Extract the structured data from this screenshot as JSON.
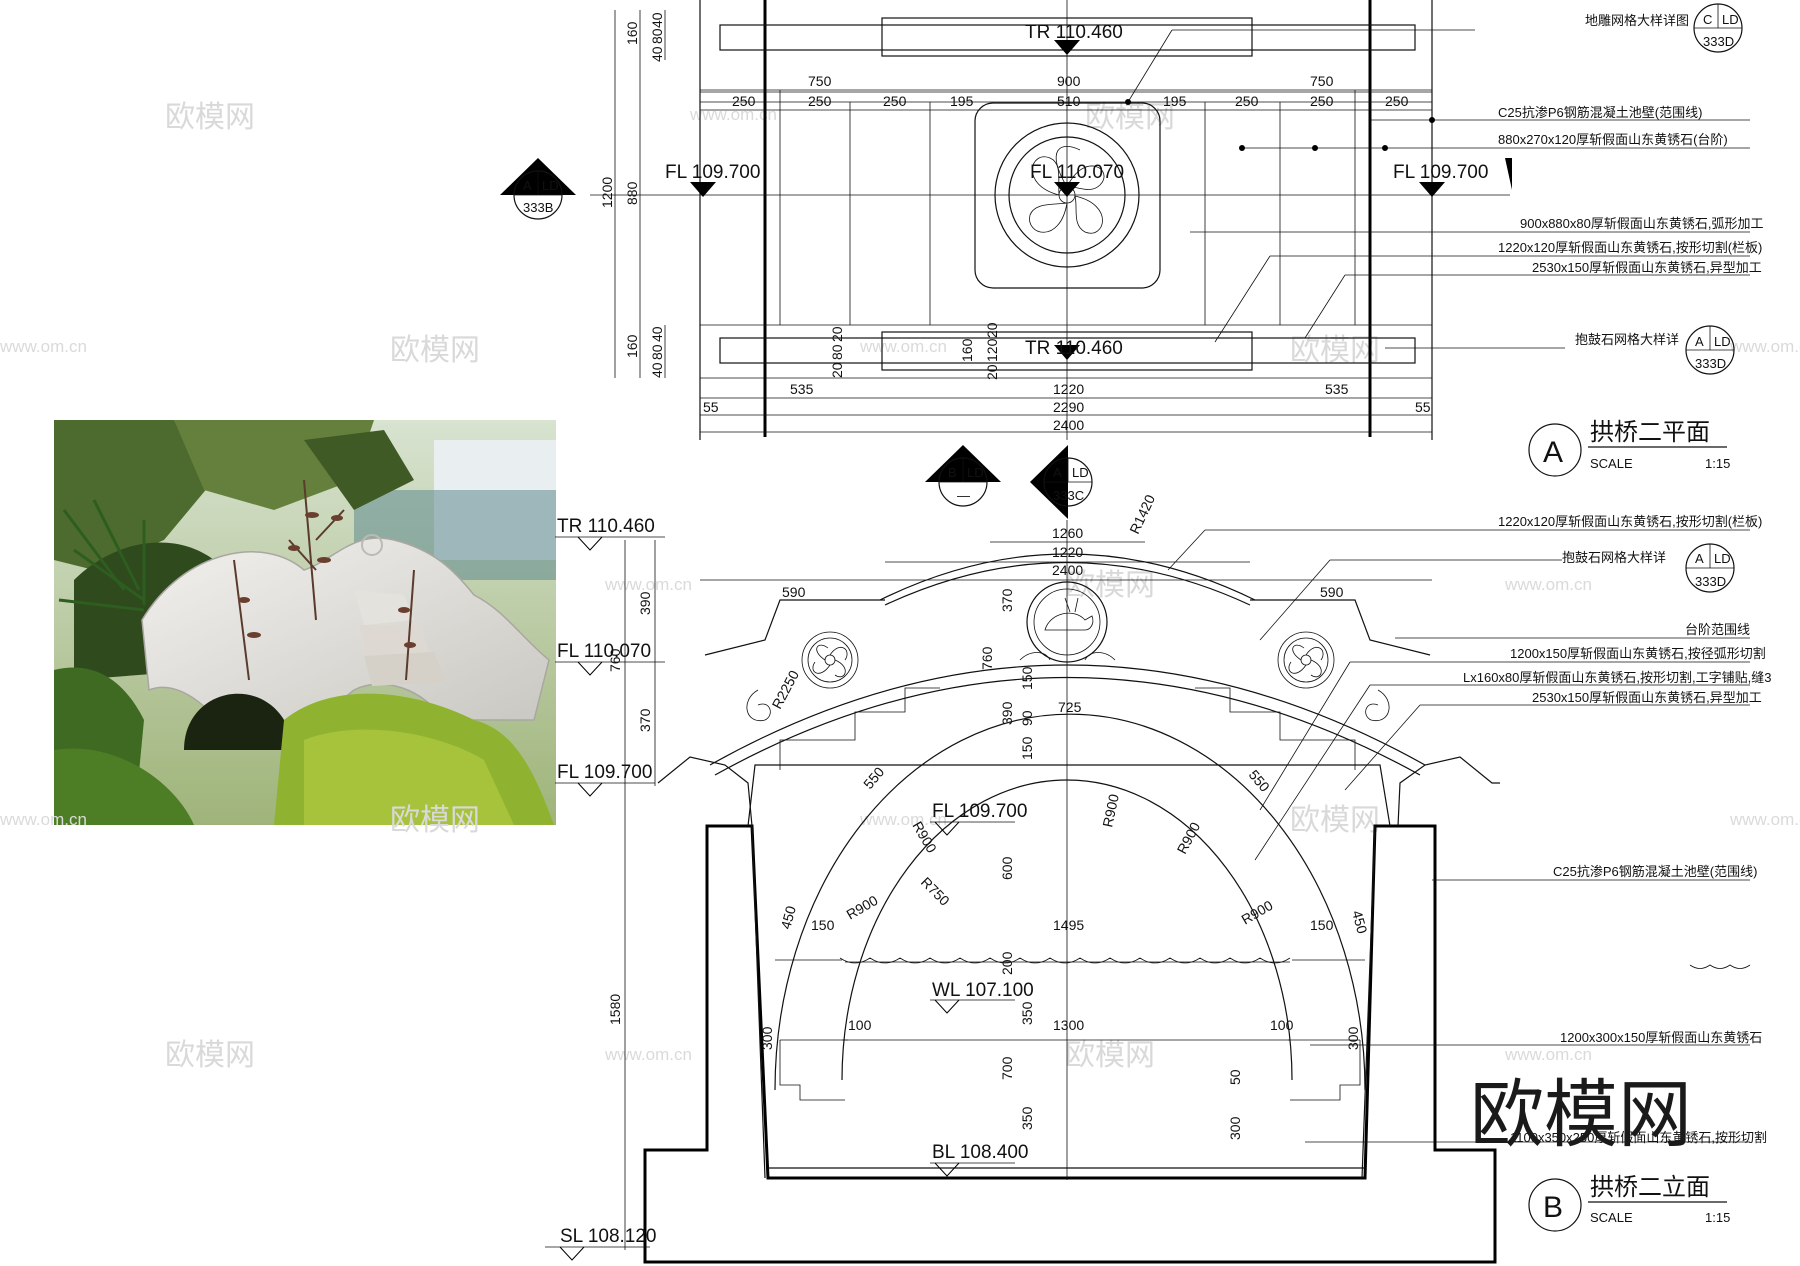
{
  "plan": {
    "top_callout": "地雕网格大样详图",
    "tag_C": {
      "top": "C",
      "right": "LD",
      "sheet": "333D"
    },
    "tr_top": "TR  110.460",
    "tr_bottom": "TR  110.460",
    "fl_left": "FL  109.700",
    "fl_center": "FL  110.070",
    "fl_right": "FL  109.700",
    "dims_top": [
      "750",
      "900",
      "750"
    ],
    "dims_row": [
      "250",
      "250",
      "250",
      "195",
      "510",
      "195",
      "250",
      "250",
      "250"
    ],
    "dims_left": [
      "160",
      "40",
      "80",
      "40",
      "1200",
      "880",
      "160",
      "40",
      "80",
      "40"
    ],
    "dims_inner": [
      "20",
      "80",
      "20",
      "160",
      "20",
      "120",
      "20"
    ],
    "dims_bottom": [
      "535",
      "1220",
      "535",
      "55",
      "2290",
      "55",
      "2400"
    ],
    "ann1": "C25抗渗P6钢筋混凝土池壁(范围线)",
    "ann2": "880x270x120厚斩假面山东黄锈石(台阶)",
    "ann3": "900x880x80厚斩假面山东黄锈石,弧形加工",
    "ann4": "1220x120厚斩假面山东黄锈石,按形切割(栏板)",
    "ann5": "2530x150厚斩假面山东黄锈石,异型加工",
    "ann6": "抱鼓石网格大样详",
    "tag_A1": {
      "top": "A",
      "right": "LD",
      "sheet": "333D"
    },
    "tag_left": {
      "top": "A",
      "right": "LD",
      "sheet": "333B"
    },
    "title_letter": "A",
    "title": "拱桥二平面",
    "scale_label": "SCALE",
    "scale": "1:15"
  },
  "section_tags": [
    {
      "top": "B",
      "right": "LD",
      "sheet": "—"
    },
    {
      "top": "A",
      "right": "LD",
      "sheet": "333C"
    }
  ],
  "elev": {
    "lv_tr": "TR  110.460",
    "lv_fl1": "FL  110.070",
    "lv_fl2": "FL  109.700",
    "lv_fl3": "FL  109.700",
    "lv_wl": "WL  107.100",
    "lv_bl": "BL  108.400",
    "lv_sl": "SL  108.120",
    "dims_top": [
      "1260",
      "R1420",
      "2400",
      "1220",
      "590",
      "590"
    ],
    "dims_left": [
      "390",
      "760",
      "370",
      "1580"
    ],
    "dims_mid": [
      "370",
      "760",
      "150",
      "390",
      "90",
      "150",
      "600",
      "200",
      "350",
      "700",
      "350"
    ],
    "dims_arch": [
      "R2250",
      "725",
      "550",
      "550",
      "R900",
      "R900",
      "R900",
      "R750",
      "R900",
      "R900",
      "450",
      "450",
      "150",
      "150",
      "1495",
      "100",
      "1300",
      "100",
      "300",
      "300",
      "50",
      "300"
    ],
    "ann1": "1220x120厚斩假面山东黄锈石,按形切割(栏板)",
    "ann2": "抱鼓石网格大样详",
    "ann3": "台阶范围线",
    "ann4": "1200x150厚斩假面山东黄锈石,按径弧形切割",
    "ann5": "Lx160x80厚斩假面山东黄锈石,按形切割,工字铺贴,缝3",
    "ann6": "2530x150厚斩假面山东黄锈石,异型加工",
    "ann7": "C25抗渗P6钢筋混凝土池壁(范围线)",
    "ann8": "1200x300x150厚斩假面山东黄锈石",
    "ann9": "1100x350x250厚斩假面山东黄锈石,按形切割",
    "tag_A": {
      "top": "A",
      "right": "LD",
      "sheet": "333D"
    },
    "title_letter": "B",
    "title": "拱桥二立面",
    "scale_label": "SCALE",
    "scale": "1:15"
  },
  "watermark": {
    "logo": "欧模网",
    "site": "www.om.cn",
    "big": "欧模网"
  }
}
